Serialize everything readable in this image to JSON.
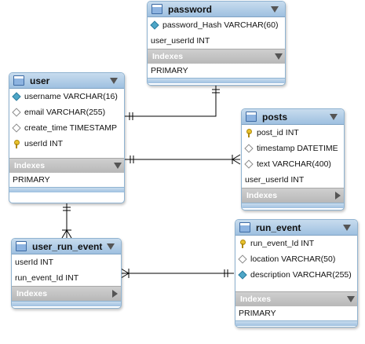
{
  "tables": {
    "password": {
      "name": "password",
      "columns": [
        {
          "text": "password_Hash VARCHAR(60)",
          "icon": "diamond-filled-icon"
        },
        {
          "text": "user_userId INT",
          "icon": ""
        }
      ],
      "indexes_label": "Indexes",
      "index_rows": [
        "PRIMARY"
      ]
    },
    "user": {
      "name": "user",
      "columns": [
        {
          "text": "username VARCHAR(16)",
          "icon": "diamond-filled-icon"
        },
        {
          "text": "email VARCHAR(255)",
          "icon": "diamond-empty-icon"
        },
        {
          "text": "create_time TIMESTAMP",
          "icon": "diamond-empty-icon"
        },
        {
          "text": "userId INT",
          "icon": "key-icon"
        }
      ],
      "indexes_label": "Indexes",
      "index_rows": [
        "PRIMARY"
      ]
    },
    "posts": {
      "name": "posts",
      "columns": [
        {
          "text": "post_id INT",
          "icon": "key-icon"
        },
        {
          "text": "timestamp DATETIME",
          "icon": "diamond-empty-icon"
        },
        {
          "text": "text VARCHAR(400)",
          "icon": "diamond-empty-icon"
        },
        {
          "text": "user_userId INT",
          "icon": ""
        }
      ],
      "indexes_label": "Indexes"
    },
    "user_run_event": {
      "name": "user_run_event",
      "columns": [
        {
          "text": "userId INT",
          "icon": ""
        },
        {
          "text": "run_event_Id INT",
          "icon": ""
        }
      ],
      "indexes_label": "Indexes"
    },
    "run_event": {
      "name": "run_event",
      "columns": [
        {
          "text": "run_event_Id INT",
          "icon": "key-icon"
        },
        {
          "text": "location VARCHAR(50)",
          "icon": "diamond-empty-icon"
        },
        {
          "text": "description VARCHAR(255)",
          "icon": "diamond-filled-icon"
        }
      ],
      "indexes_label": "Indexes",
      "index_rows": [
        "PRIMARY"
      ]
    }
  },
  "colors": {
    "header_blue": "#9ec0e0",
    "indexes_gray": "#b8b8b8",
    "connector": "#000000",
    "key_yellow": "#e8c22b",
    "column_diamond": "#4ea6c7"
  }
}
